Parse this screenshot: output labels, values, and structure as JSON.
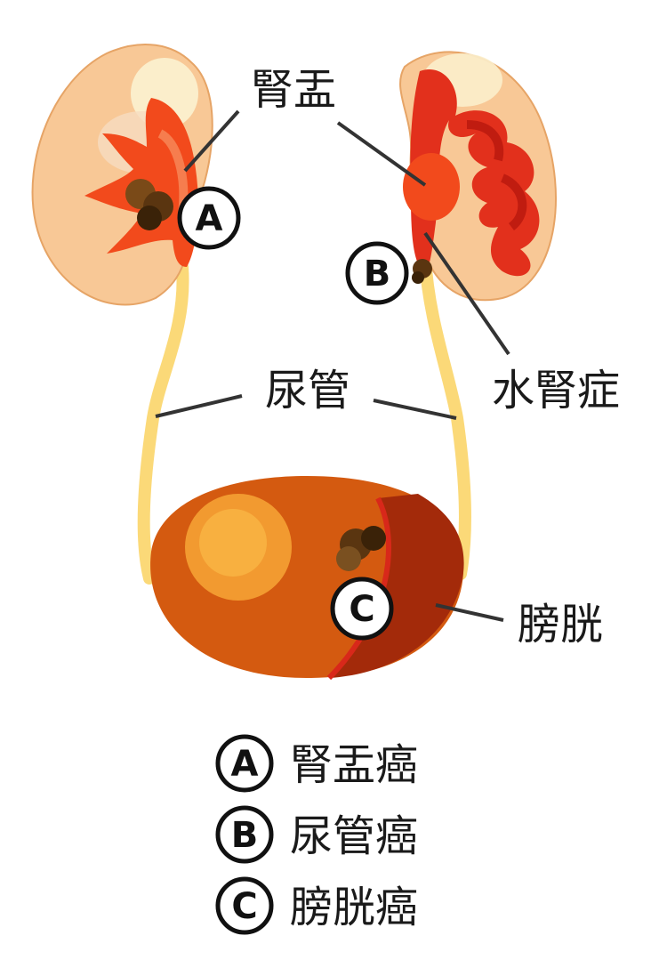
{
  "labels": {
    "renal_pelvis": "腎盂",
    "ureter": "尿管",
    "hydronephrosis": "水腎症",
    "bladder": "膀胱"
  },
  "markers": {
    "a": "A",
    "b": "B",
    "c": "C"
  },
  "legend": [
    {
      "marker": "A",
      "text": "腎盂癌"
    },
    {
      "marker": "B",
      "text": "尿管癌"
    },
    {
      "marker": "C",
      "text": "膀胱癌"
    }
  ],
  "colors": {
    "kidney": "#f8c896",
    "pelvis": "#f24a1c",
    "hydro_red": "#d8281a",
    "ureter": "#fbd978",
    "bladder": "#d45a10",
    "bladder_dark": "#a32a0a",
    "tumor": "#5a3510"
  }
}
